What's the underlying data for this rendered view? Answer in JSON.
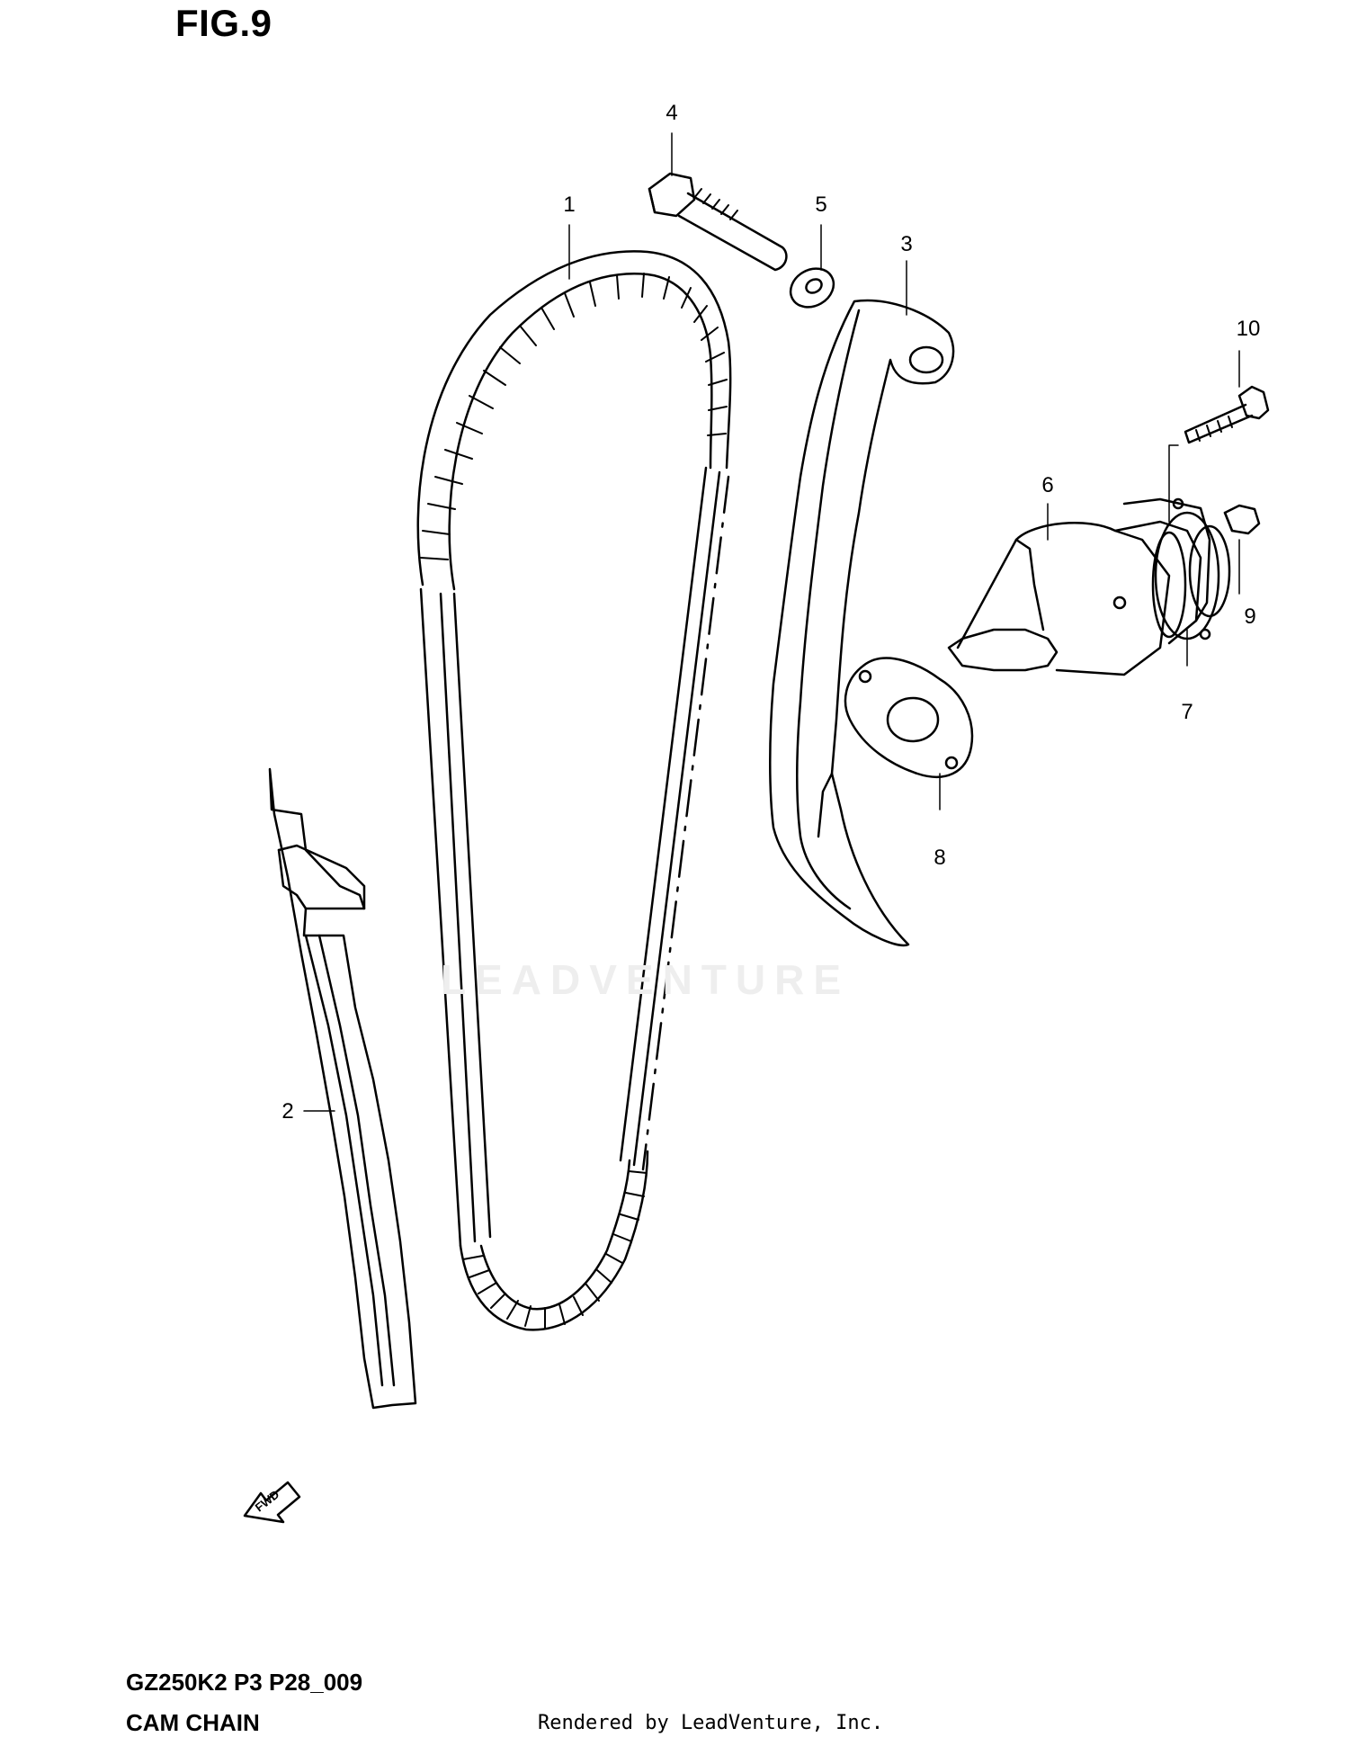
{
  "figure": {
    "title": "FIG.9",
    "model_code": "GZ250K2 P3 P28_009",
    "section_name": "CAM CHAIN",
    "rendered_by": "Rendered by LeadVenture, Inc.",
    "watermark": "LEADVENTURE",
    "fwd_marker": "FWD"
  },
  "callouts": [
    {
      "number": "1",
      "part": "cam-chain"
    },
    {
      "number": "2",
      "part": "cam-chain-guide-front"
    },
    {
      "number": "3",
      "part": "cam-chain-tensioner-guide"
    },
    {
      "number": "4",
      "part": "tensioner-guide-bolt"
    },
    {
      "number": "5",
      "part": "washer"
    },
    {
      "number": "6",
      "part": "cam-chain-tensioner-adjuster"
    },
    {
      "number": "7",
      "part": "o-ring"
    },
    {
      "number": "8",
      "part": "gasket"
    },
    {
      "number": "9",
      "part": "cap-bolt"
    },
    {
      "number": "10",
      "part": "bolt"
    }
  ],
  "colors": {
    "line": "#000000",
    "background": "#ffffff",
    "watermark": "#eeeeee"
  }
}
